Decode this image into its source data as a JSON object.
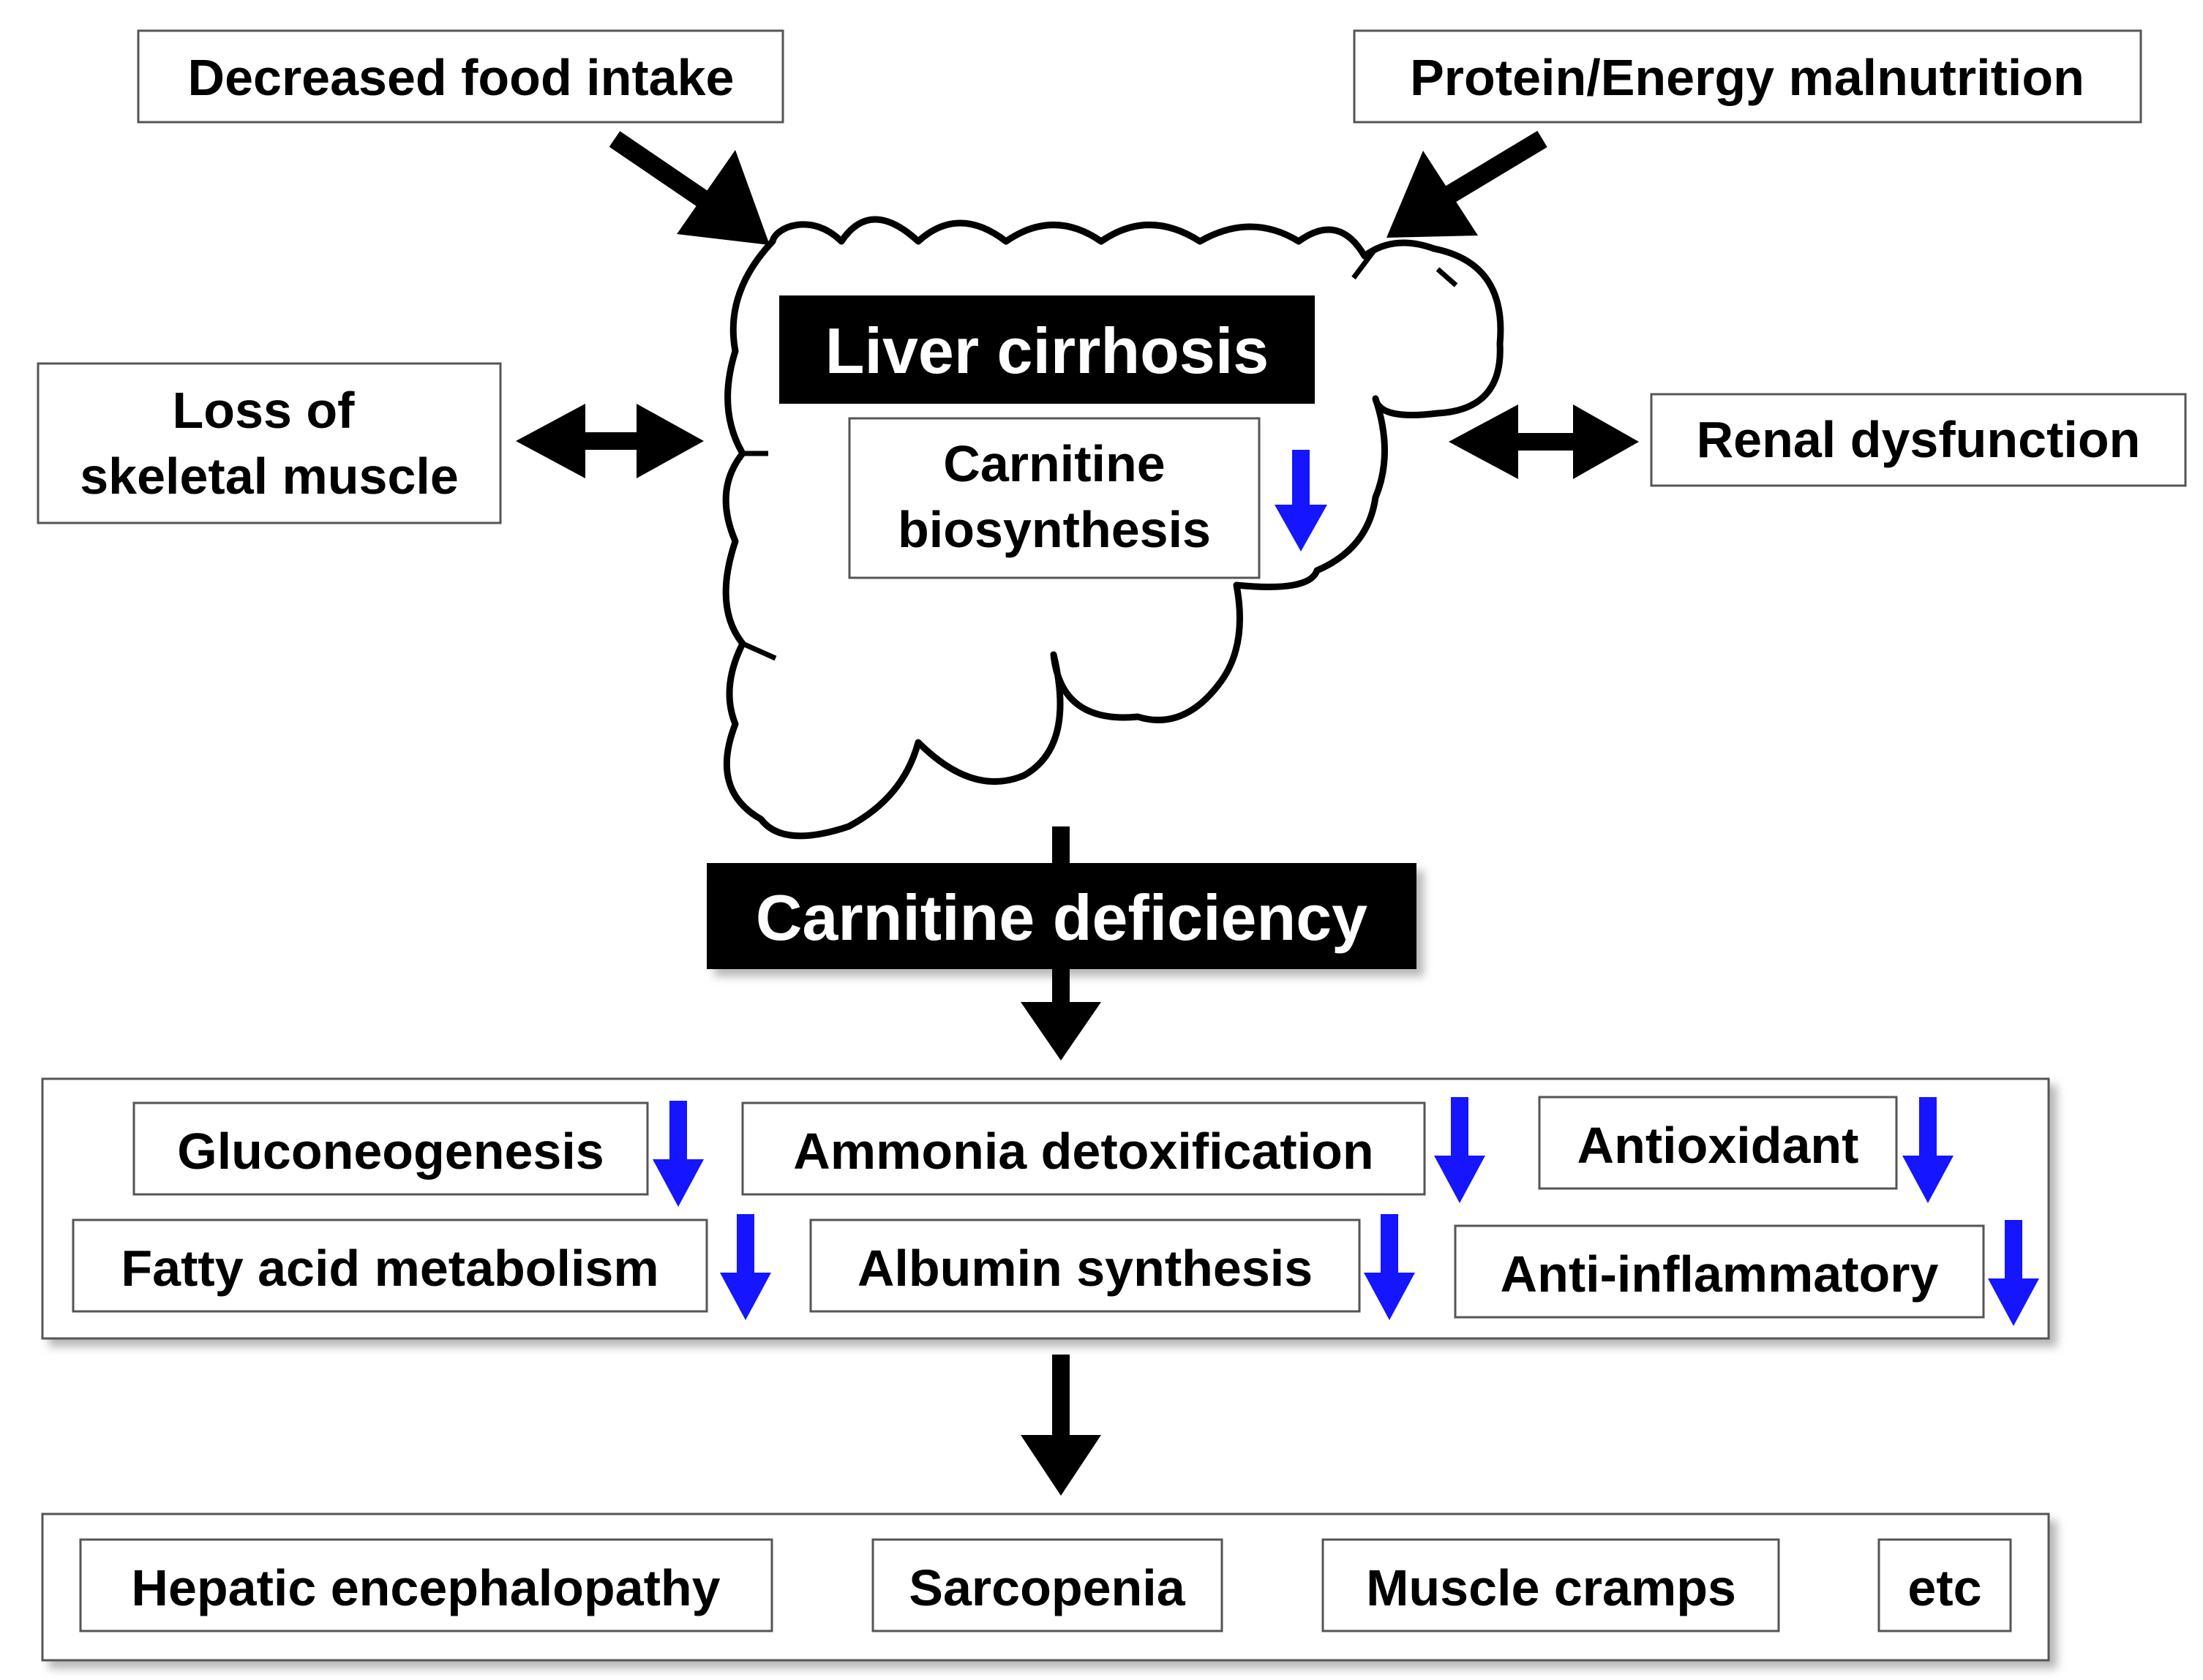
{
  "colors": {
    "black": "#000000",
    "blue_arrow": "#1515ff",
    "box_border": "#555555",
    "shadow": "#cccccc"
  },
  "nodes": {
    "decreased_food_intake": "Decreased food intake",
    "protein_energy_malnutrition": "Protein/Energy malnutrition",
    "loss_line1": "Loss of",
    "loss_line2": "skeletal muscle",
    "renal_dysfunction": "Renal dysfunction",
    "liver_cirrhosis": "Liver cirrhosis",
    "carnitine_line1": "Carnitine",
    "carnitine_line2": "biosynthesis",
    "carnitine_deficiency": "Carnitine deficiency"
  },
  "effects": [
    "Gluconeogenesis",
    "Ammonia detoxification",
    "Antioxidant",
    "Fatty acid metabolism",
    "Albumin synthesis",
    "Anti-inflammatory"
  ],
  "outcomes": [
    "Hepatic encephalopathy",
    "Sarcopenia",
    "Muscle cramps",
    "etc"
  ],
  "icons": {
    "decrease": "blue-down-arrow-icon",
    "flow": "black-arrow-icon",
    "bidirectional": "double-arrow-icon",
    "organ": "liver-outline-icon"
  }
}
